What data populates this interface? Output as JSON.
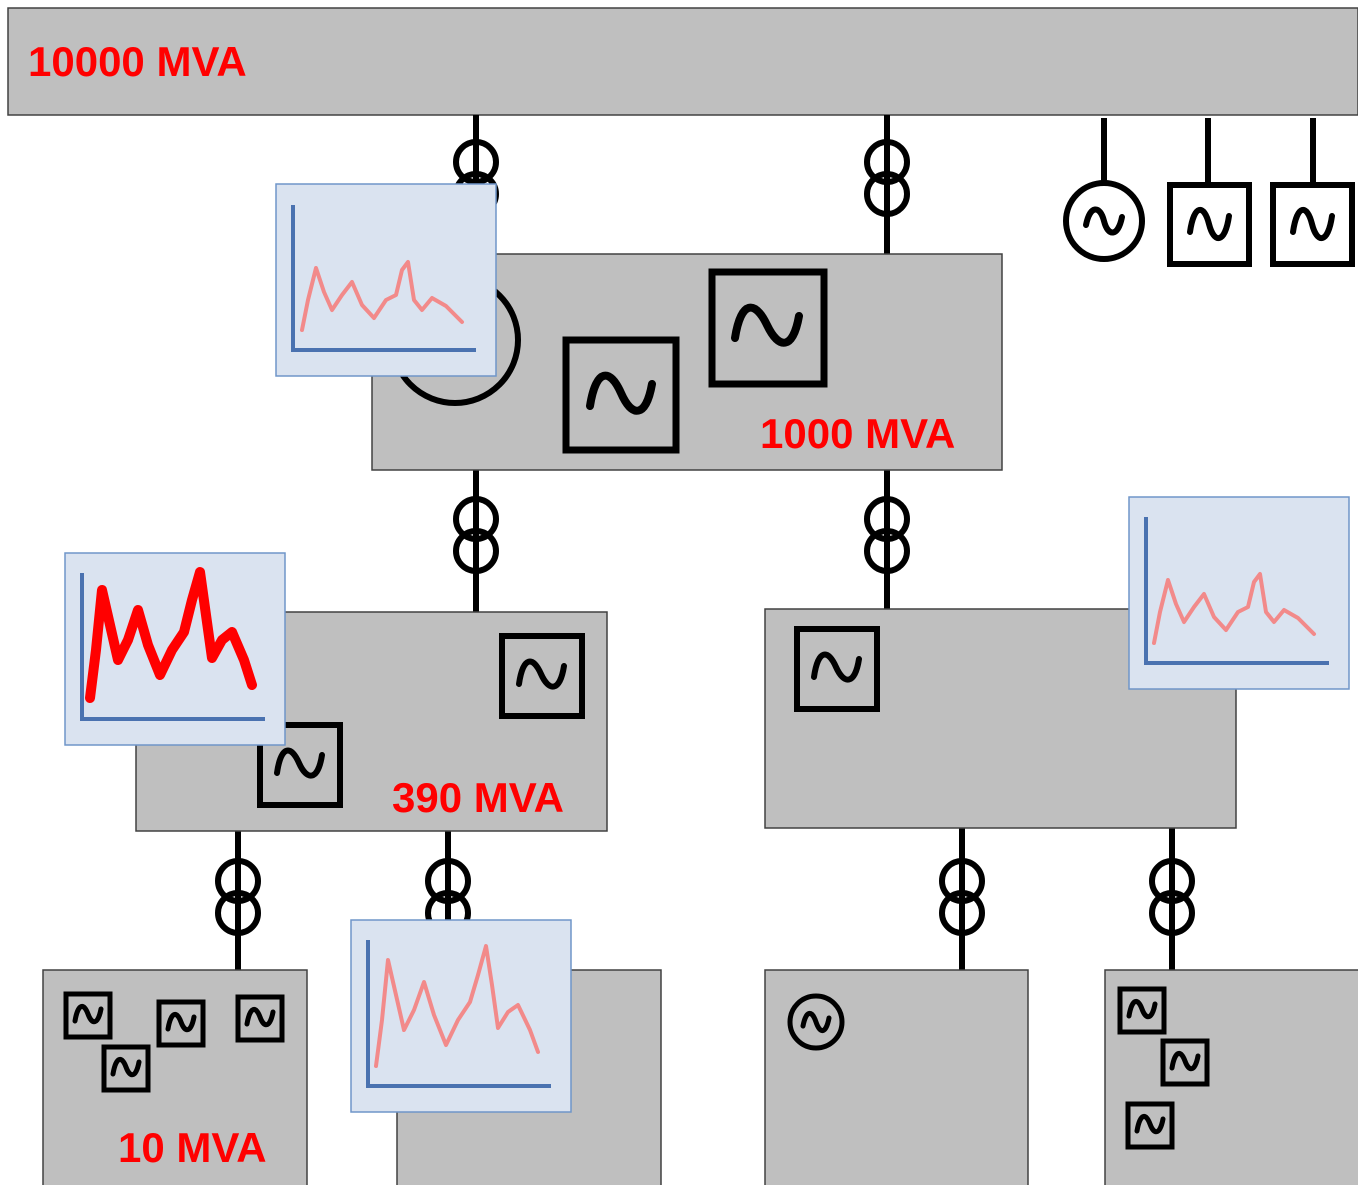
{
  "labels": {
    "top_bus": "10000 MVA",
    "level2": "1000 MVA",
    "level3": "390 MVA",
    "level4": "10 MVA"
  },
  "colors": {
    "box_fill": "#bfbfbf",
    "box_stroke": "#404040",
    "label": "#ff0000",
    "chart_bg": "#dae3f0",
    "chart_border": "#6f95c9",
    "chart_axis": "#4a72b0",
    "curve_light": "#f28a8a",
    "curve_bold": "#ff0000",
    "symbol": "#000000"
  },
  "icons": [
    "transformer-icon",
    "generator-round-icon",
    "generator-square-icon",
    "load-profile-chart-icon"
  ]
}
